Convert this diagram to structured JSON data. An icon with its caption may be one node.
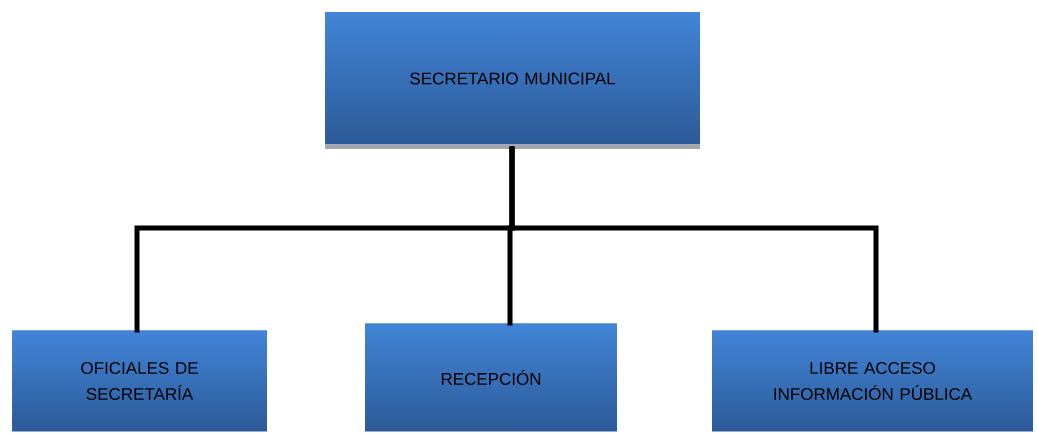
{
  "diagram": {
    "nodes": [
      {
        "text": [
          "SECRETARIO MUNICIPAL"
        ]
      },
      {
        "text": [
          "OFICIALES DE SECRETARÍA"
        ]
      },
      {
        "text": [
          "RECEPCIÓN"
        ]
      },
      {
        "text": [
          "LIBRE ACCESO INFORMACIÓN PÚBLICA"
        ]
      }
    ],
    "edges": [
      {
        "from": 0,
        "to": 1,
        "arrow": "none"
      },
      {
        "from": 0,
        "to": 2,
        "arrow": "none"
      },
      {
        "from": 0,
        "to": 3,
        "arrow": "none"
      }
    ]
  }
}
